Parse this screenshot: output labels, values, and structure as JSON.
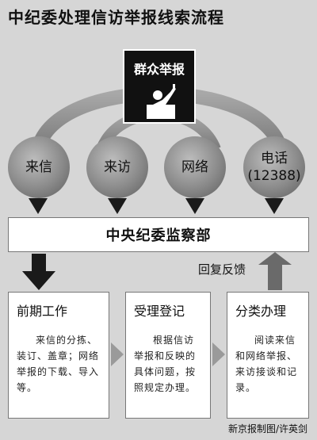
{
  "title": "中纪委处理信访举报线索流程",
  "source": {
    "label": "群众举报",
    "icon": "whistleblower-pointing-icon"
  },
  "channels": [
    {
      "label": "来信"
    },
    {
      "label": "来访"
    },
    {
      "label": "网络"
    },
    {
      "label": "电话",
      "sub": "(12388)"
    }
  ],
  "center": {
    "label": "中央纪委监察部"
  },
  "feedback": {
    "label": "回复反馈"
  },
  "steps": [
    {
      "title": "前期工作",
      "text": "来信的分拣、装订、盖章；网络举报的下载、导入等。"
    },
    {
      "title": "受理登记",
      "text": "根据信访举报和反映的具体问题，按照规定办理。"
    },
    {
      "title": "分类办理",
      "text": "阅读来信和网络举报、来访接谈和记录。"
    }
  ],
  "credit": "新京报制图/许英剑",
  "colors": {
    "background": "#d6d6d6",
    "arc": "#8f8f8f",
    "arrow": "#1a1a1a",
    "box": "#ffffff"
  }
}
